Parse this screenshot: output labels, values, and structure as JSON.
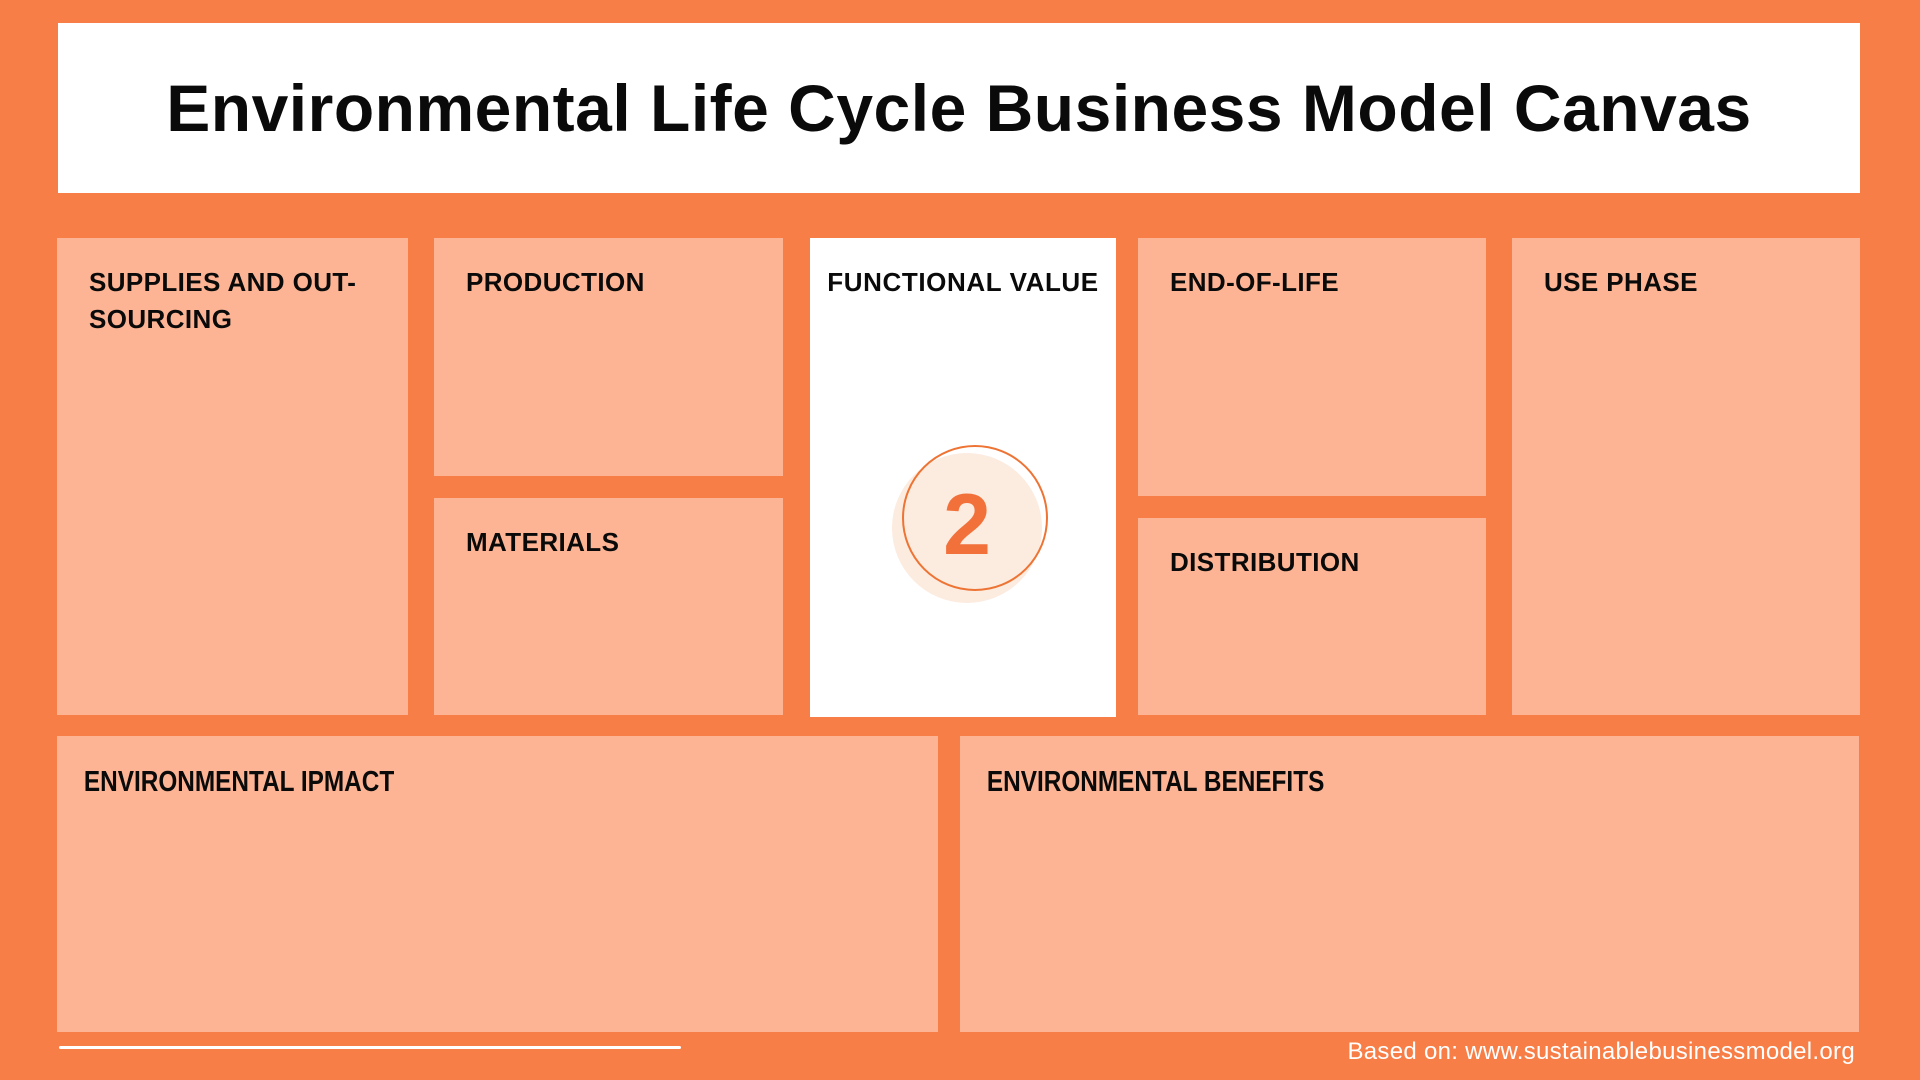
{
  "title": "Environmental Life Cycle Business Model Canvas",
  "canvas": {
    "boxes": {
      "supplies": {
        "label": "SUPPLIES AND OUT-SOURCING"
      },
      "production": {
        "label": "PRODUCTION"
      },
      "materials": {
        "label": "MATERIALS"
      },
      "functional_value": {
        "label": "FUNCTIONAL VALUE",
        "badge": "2"
      },
      "end_of_life": {
        "label": "END-OF-LIFE"
      },
      "distribution": {
        "label": "DISTRIBUTION"
      },
      "use_phase": {
        "label": "USE PHASE"
      },
      "environmental_impact": {
        "label": "ENVIRONMENTAL IPMACT"
      },
      "environmental_benefits": {
        "label": "ENVIRONMENTAL BENEFITS"
      }
    }
  },
  "footer": {
    "attribution": "Based on: www.sustainablebusinessmodel.org"
  },
  "colors": {
    "background": "#F87E47",
    "box_fill": "#FCB494",
    "panel_white": "#FFFFFF",
    "badge_fill": "#FCEBDF",
    "badge_stroke": "#ED7434",
    "badge_number": "#F2713B",
    "label_text": "#0A0A0A",
    "footer_text": "#FFFFFF"
  }
}
